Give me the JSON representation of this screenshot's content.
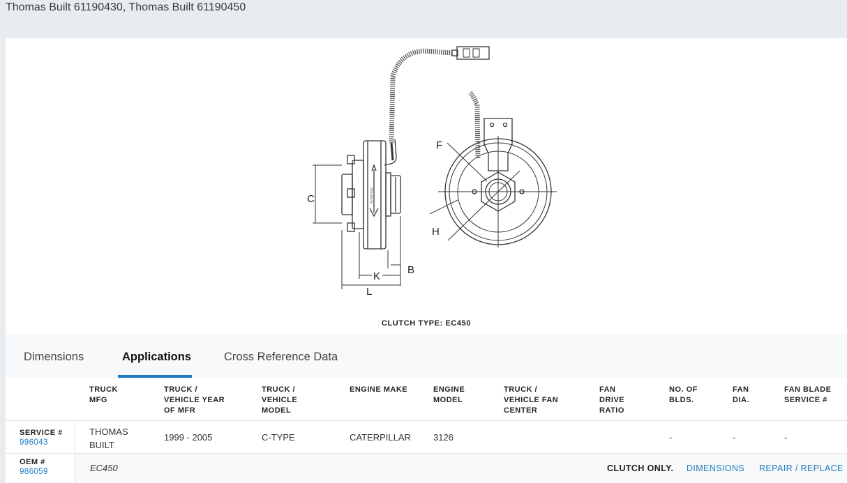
{
  "header": {
    "title": "Thomas Built 61190430, Thomas Built 61190450"
  },
  "drawing": {
    "labels": {
      "c": "C",
      "f": "F",
      "h": "H",
      "k": "K",
      "l": "L",
      "b": "B"
    },
    "rotation_text": "ROTATION",
    "caption": "CLUTCH TYPE: EC450"
  },
  "tabs": [
    {
      "label": "Dimensions"
    },
    {
      "label": "Applications"
    },
    {
      "label": "Cross Reference Data"
    }
  ],
  "table": {
    "headers": [
      [
        "TRUCK",
        "MFG"
      ],
      [
        "TRUCK /",
        "VEHICLE YEAR",
        "OF MFR"
      ],
      [
        "TRUCK /",
        "VEHICLE",
        "MODEL"
      ],
      [
        "ENGINE MAKE"
      ],
      [
        "ENGINE",
        "MODEL"
      ],
      [
        "TRUCK /",
        "VEHICLE FAN",
        "CENTER"
      ],
      [
        "FAN",
        "DRIVE",
        "RATIO"
      ],
      [
        "NO. OF",
        "BLDS."
      ],
      [
        "FAN",
        "DIA."
      ],
      [
        "FAN BLADE",
        "SERVICE #"
      ]
    ],
    "service_label": "SERVICE #",
    "service_number": "996043",
    "oem_label": "OEM #",
    "oem_number": "986059",
    "row": {
      "truck_mfg": [
        "THOMAS",
        "BUILT"
      ],
      "year": "1999 - 2005",
      "model": "C-TYPE",
      "engine_make": "CATERPILLAR",
      "engine_model": "3126",
      "fan_center": "",
      "drive_ratio": "",
      "num_blades": "-",
      "fan_dia": "-",
      "blade_service": "-"
    },
    "footer": {
      "part": "EC450",
      "note": "CLUTCH ONLY.",
      "dimensions_link": "DIMENSIONS",
      "repair_link": "REPAIR / REPLACE"
    }
  },
  "colors": {
    "accent": "#1f7dc2",
    "page_bg": "#e9ecef"
  }
}
